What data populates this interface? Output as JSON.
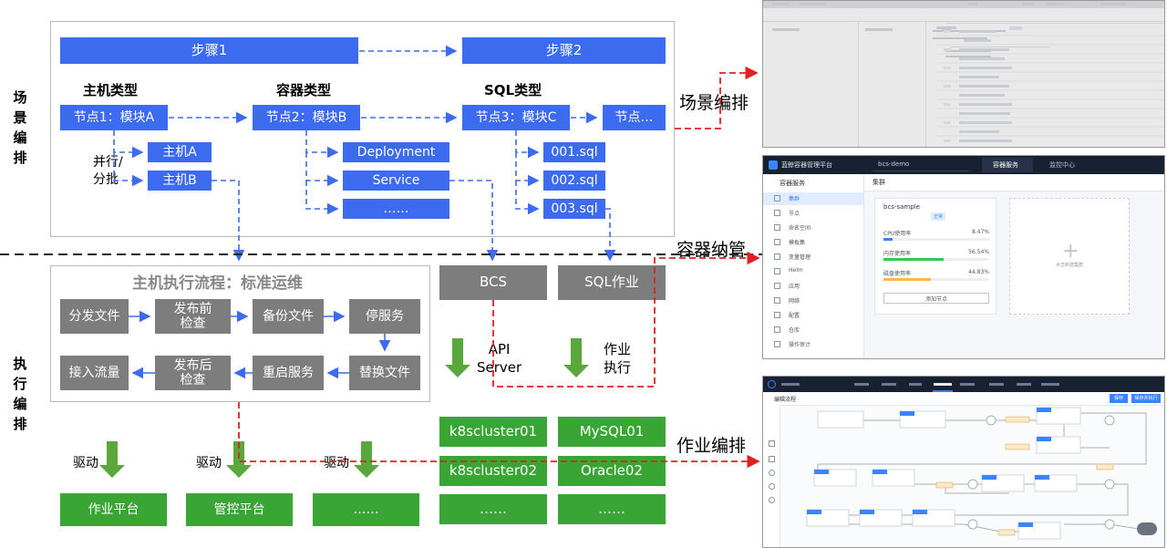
{
  "side_labels": {
    "scene": "场景编排",
    "exec": "执行编排"
  },
  "steps": {
    "step1": "步骤1",
    "step2": "步骤2"
  },
  "types": {
    "host": "主机类型",
    "container": "容器类型",
    "sql": "SQL类型"
  },
  "nodes": {
    "n1": "节点1：模块A",
    "n2": "节点2：模块B",
    "n3": "节点3：模块C",
    "n4": "节点…"
  },
  "host_targets": {
    "a": "主机A",
    "b": "主机B"
  },
  "parallel_label": [
    "并行/",
    "分批"
  ],
  "k8s_items": {
    "deploy": "Deployment",
    "service": "Service",
    "more": "……"
  },
  "sql_files": {
    "f1": "001.sql",
    "f2": "002.sql",
    "f3": "003.sql"
  },
  "flow": {
    "title": "主机执行流程：标准运维",
    "row1": [
      "分发文件",
      "发布前\n检查",
      "备份文件",
      "停服务"
    ],
    "row2": [
      "接入流量",
      "发布后\n检查",
      "重启服务",
      "替换文件"
    ]
  },
  "exec_boxes": {
    "bcs": "BCS",
    "sqljob": "SQL作业"
  },
  "arrow_labels": {
    "api": "API\nServer",
    "job": "作业\n执行",
    "drive": "驱动"
  },
  "clusters": {
    "k1": "k8scluster01",
    "k2": "k8scluster02",
    "kmore": "……",
    "m1": "MySQL01",
    "o2": "Oracle02",
    "dmore": "……"
  },
  "platforms": {
    "p1": "作业平台",
    "p2": "管控平台",
    "p3": "……"
  },
  "callouts": {
    "scene": "场景编排",
    "container": "容器纳管",
    "job": "作业编排"
  },
  "screenshots": {
    "bcs": {
      "brand": "蓝鲸容器管理平台",
      "project": "bcs-demo",
      "nav_active": "容器服务",
      "nav_other": "监控中心",
      "side_title": "容器服务",
      "side_items": [
        "集群",
        "节点",
        "命名空间",
        "模板集",
        "变量管理",
        "Helm",
        "应用",
        "网络",
        "配置",
        "仓库",
        "操作审计"
      ],
      "page_title": "集群",
      "cluster_name": "bcs-sample",
      "cluster_badge": "正常",
      "metrics": [
        {
          "label": "CPU使用率",
          "value": "8.47%",
          "pct": 0.0847,
          "color": "#3a84ff"
        },
        {
          "label": "内存使用率",
          "value": "56.54%",
          "pct": 0.5654,
          "color": "#2dcb56"
        },
        {
          "label": "磁盘使用率",
          "value": "44.83%",
          "pct": 0.4483,
          "color": "#ffb848"
        }
      ],
      "add_node": "添加节点",
      "add_cluster": "点击新建集群"
    },
    "job": {
      "title": "编辑流程",
      "save": "保存",
      "save_run": "保存并执行"
    }
  }
}
